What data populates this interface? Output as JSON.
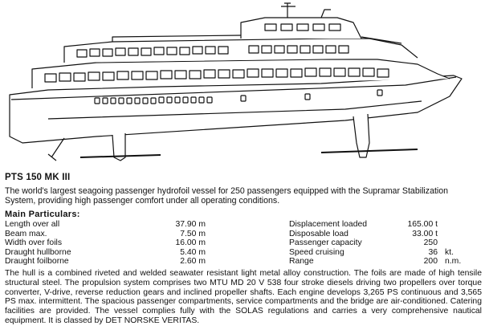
{
  "document": {
    "title": "PTS 150 MK III",
    "intro": "The world's largest seagoing passenger hydrofoil vessel for 250 passengers equipped with the Supramar Stabilization System, providing high passenger comfort under all operating conditions.",
    "main_particulars_heading": "Main Particulars:",
    "particulars_left": [
      {
        "label": "Length over all",
        "value": "37.90 m"
      },
      {
        "label": "Beam max.",
        "value": "7.50 m"
      },
      {
        "label": "Width over foils",
        "value": "16.00 m"
      },
      {
        "label": "Draught hullborne",
        "value": "5.40 m"
      },
      {
        "label": "Draught foilborne",
        "value": "2.60 m"
      }
    ],
    "particulars_right": [
      {
        "label": "Displacement loaded",
        "value": "165.00 t",
        "unit": ""
      },
      {
        "label": "Disposable load",
        "value": "33.00 t",
        "unit": ""
      },
      {
        "label": "Passenger capacity",
        "value": "250",
        "unit": ""
      },
      {
        "label": "Speed cruising",
        "value": "36",
        "unit": "kt."
      },
      {
        "label": "Range",
        "value": "200",
        "unit": "n.m."
      }
    ],
    "description": "The hull is a combined riveted and welded seawater resistant light metal alloy construction. The foils are made of high tensile structural steel. The propulsion system comprises two MTU MD 20 V 538 four stroke diesels driving two propellers over torque converter, V-drive, reverse reduction gears and inclined propeller shafts. Each engine develops 3,265 PS continuous and 3,565 PS max. intermittent. The spacious passenger compartments, service compartments and the bridge are air-conditioned. Catering facilities are provided. The vessel complies fully with the SOLAS regulations and carries a very comprehensive nautical equipment. It is classed by DET NORSKE VERITAS."
  }
}
